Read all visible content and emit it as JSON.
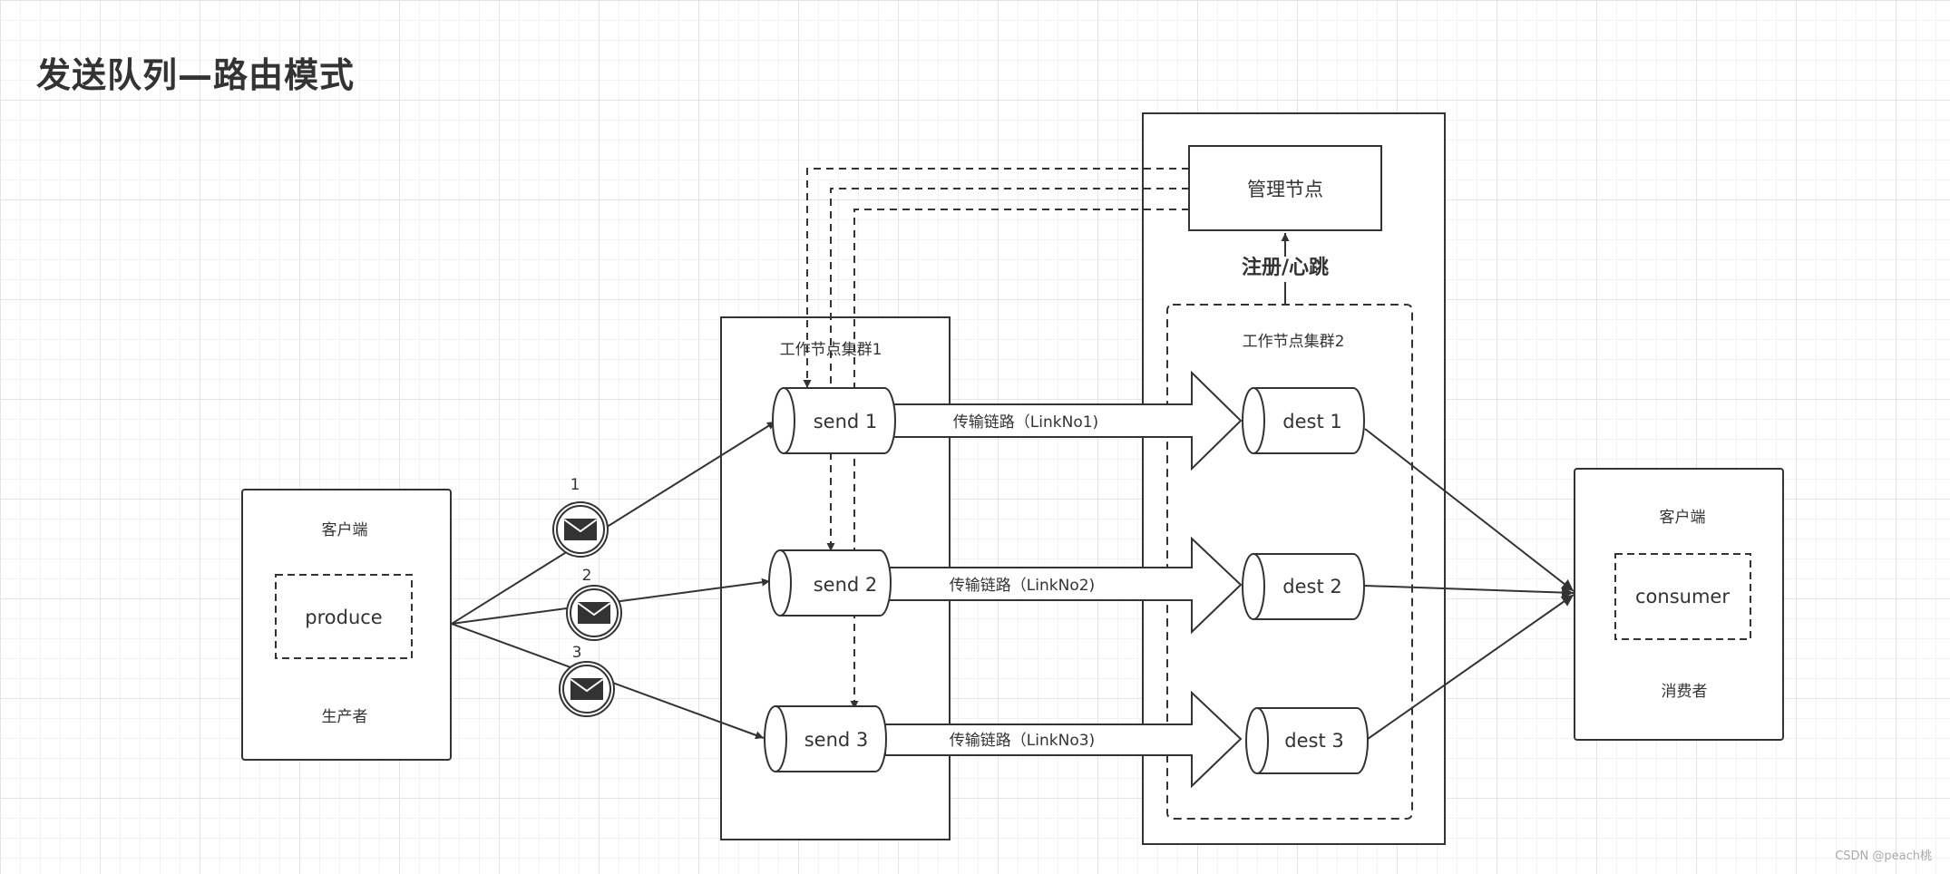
{
  "title": "发送队列—路由模式",
  "producer_client": {
    "title": "客户端",
    "inner": "produce",
    "caption": "生产者"
  },
  "consumer_client": {
    "title": "客户端",
    "inner": "consumer",
    "caption": "消费者"
  },
  "messages": [
    "1",
    "2",
    "3"
  ],
  "cluster1": {
    "title": "工作节点集群1",
    "queues": [
      "send 1",
      "send 2",
      "send 3"
    ]
  },
  "cluster2": {
    "title": "工作节点集群2",
    "queues": [
      "dest 1",
      "dest 2",
      "dest 3"
    ]
  },
  "manager": {
    "label": "管理节点",
    "register_label": "注册/心跳"
  },
  "links": [
    "传输链路（LinkNo1)",
    "传输链路（LinkNo2)",
    "传输链路（LinkNo3)"
  ],
  "watermark": "CSDN @peach桃",
  "icons": {
    "message": "envelope-icon"
  }
}
